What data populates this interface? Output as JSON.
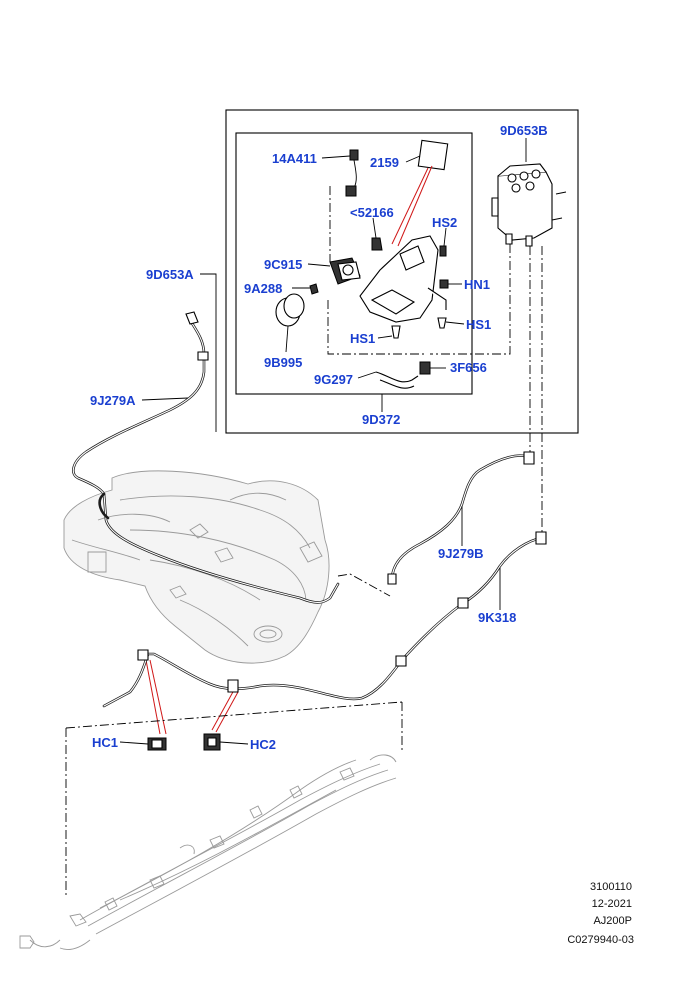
{
  "callouts": {
    "c_9D653B": "9D653B",
    "c_14A411": "14A411",
    "c_2159": "2159",
    "c_52166": "<52166",
    "c_HS2": "HS2",
    "c_9D653A": "9D653A",
    "c_9C915": "9C915",
    "c_HN1": "HN1",
    "c_9A288": "9A288",
    "c_HS1_right": "HS1",
    "c_HS1_left": "HS1",
    "c_9B995": "9B995",
    "c_3F656": "3F656",
    "c_9G297": "9G297",
    "c_9J279A": "9J279A",
    "c_9D372": "9D372",
    "c_9J279B": "9J279B",
    "c_9K318": "9K318",
    "c_HC1": "HC1",
    "c_HC2": "HC2"
  },
  "meta": {
    "line1": "3100110",
    "line2": "12-2021",
    "line3": "AJ200P",
    "line4": "C0279940-03"
  },
  "colors": {
    "callout": "#1a3fd0",
    "leader_red": "#d01818",
    "line": "#000000",
    "ghost": "#9a9a9a"
  }
}
